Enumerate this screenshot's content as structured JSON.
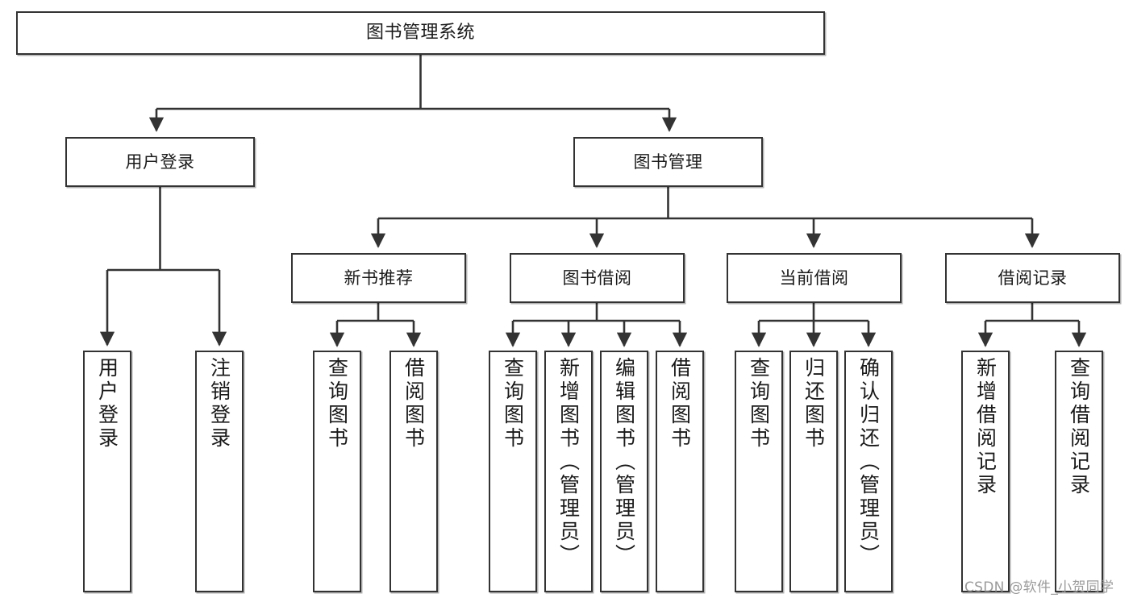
{
  "diagram": {
    "title": "图书管理系统",
    "type": "tree-hierarchy-diagram",
    "watermark": "CSDN @软件_小贺同学",
    "colors": {
      "box_border": "#333333",
      "box_fill": "#ffffff",
      "connector": "#333333",
      "text": "#1a1a1a",
      "watermark": "#9b9b9b",
      "background": "#ffffff"
    }
  },
  "nodes": {
    "root": {
      "label": "图书管理系统"
    },
    "level2": [
      {
        "label": "用户登录"
      },
      {
        "label": "图书管理"
      }
    ],
    "level3": [
      {
        "label": "新书推荐"
      },
      {
        "label": "图书借阅"
      },
      {
        "label": "当前借阅"
      },
      {
        "label": "借阅记录"
      }
    ],
    "leaves_user_login": [
      {
        "label": "用户登录"
      },
      {
        "label": "注销登录"
      }
    ],
    "leaves_new_book": [
      {
        "label": "查询图书"
      },
      {
        "label": "借阅图书"
      }
    ],
    "leaves_borrow": [
      {
        "label": "查询图书"
      },
      {
        "label": "新增图书（管理员）"
      },
      {
        "label": "编辑图书（管理员）"
      },
      {
        "label": "借阅图书"
      }
    ],
    "leaves_current": [
      {
        "label": "查询图书"
      },
      {
        "label": "归还图书"
      },
      {
        "label": "确认归还（管理员）"
      }
    ],
    "leaves_records": [
      {
        "label": "新增借阅记录"
      },
      {
        "label": "查询借阅记录"
      }
    ]
  }
}
